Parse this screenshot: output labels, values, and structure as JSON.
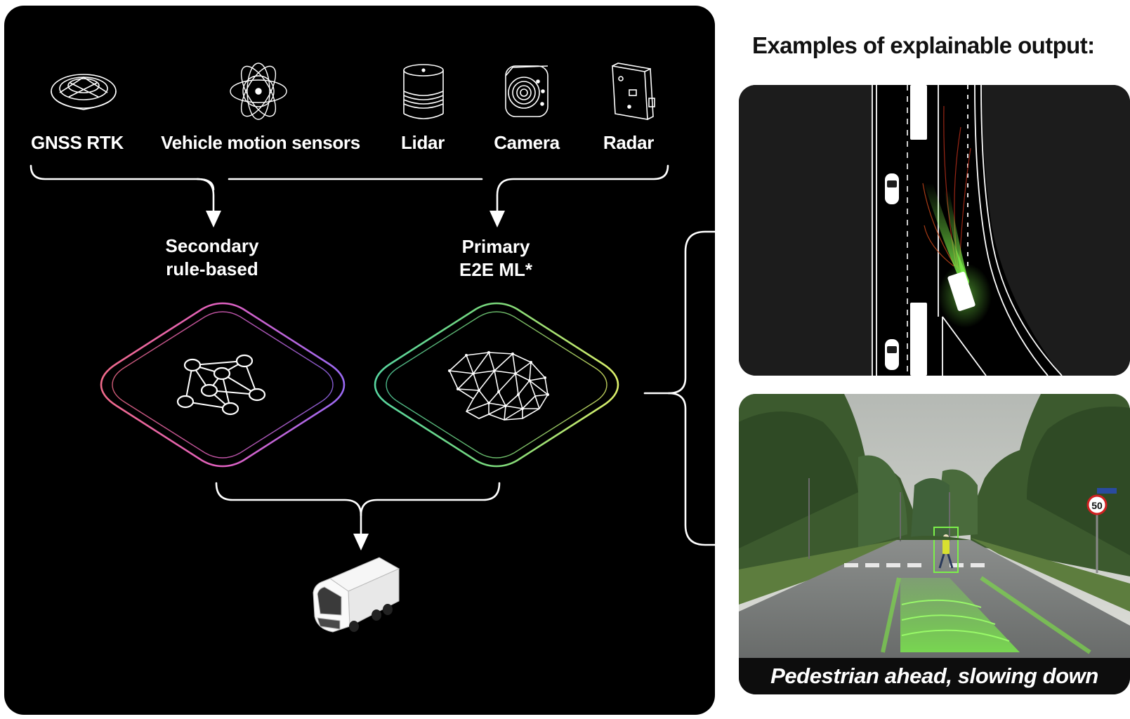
{
  "sensors": [
    {
      "label": "GNSS RTK",
      "icon": "gnss-antenna-icon"
    },
    {
      "label": "Vehicle motion sensors",
      "icon": "motion-sensor-icon"
    },
    {
      "label": "Lidar",
      "icon": "lidar-icon"
    },
    {
      "label": "Camera",
      "icon": "camera-icon"
    },
    {
      "label": "Radar",
      "icon": "radar-icon"
    }
  ],
  "systems": {
    "secondary": {
      "line1": "Secondary",
      "line2": "rule-based",
      "icon": "rule-graph-icon"
    },
    "primary": {
      "line1": "Primary",
      "line2": "E2E ML*",
      "icon": "neural-mesh-icon"
    }
  },
  "vehicle": {
    "icon": "autonomous-truck-icon"
  },
  "examples": {
    "heading": "Examples of explainable output:",
    "caption": "Pedestrian ahead, slowing down",
    "speed_sign": "50"
  },
  "colors": {
    "panel": "#000000",
    "secondary_gradient": [
      "#f0609a",
      "#a460f0"
    ],
    "primary_gradient": [
      "#4fd08f",
      "#d6f06a"
    ],
    "path_green": "#7cf04a"
  }
}
